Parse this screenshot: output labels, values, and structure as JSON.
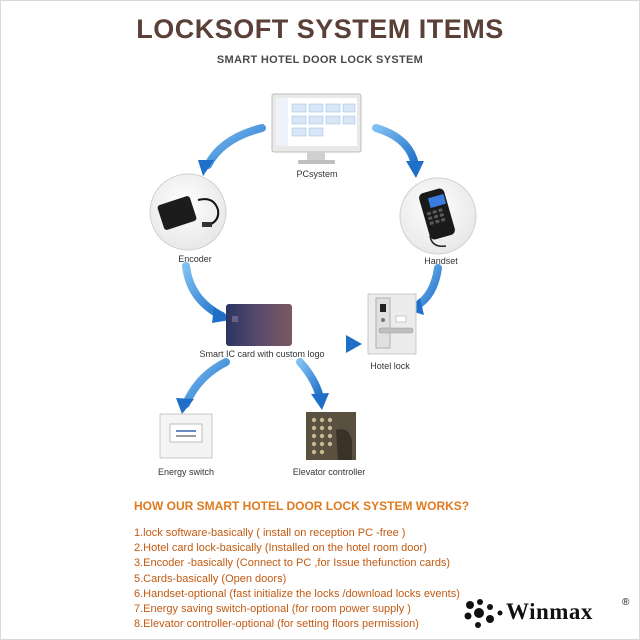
{
  "header": {
    "title": "LOCKSOFT SYSTEM ITEMS",
    "subtitle": "SMART HOTEL DOOR LOCK SYSTEM"
  },
  "nodes": {
    "pc": "PCsystem",
    "encoder": "Encoder",
    "handset": "Handset",
    "card": "Smart IC card with custom logo",
    "hotel_lock": "Hotel lock",
    "energy_switch": "Energy switch",
    "elevator": "Elevator controller"
  },
  "how": {
    "title": "HOW OUR SMART HOTEL DOOR LOCK SYSTEM WORKS?",
    "steps": [
      "1.lock software-basically  ( install on reception PC -free )",
      "2.Hotel card lock-basically (Installed on the hotel room door)",
      "3.Encoder -basically (Connect to PC ,for Issue thefunction cards)",
      "5.Cards-basically (Open doors)",
      "6.Handset-optional (fast initialize the locks /download locks events)",
      "7.Energy saving switch-optional (for room power supply )",
      "8.Elevator controller-optional (for setting floors permission)"
    ]
  },
  "brand": {
    "name": "Winmax",
    "mark": "®"
  },
  "colors": {
    "title": "#5a4036",
    "how_title": "#e07a1e",
    "steps": "#c25a12",
    "arrow": "#2f7fd6"
  }
}
